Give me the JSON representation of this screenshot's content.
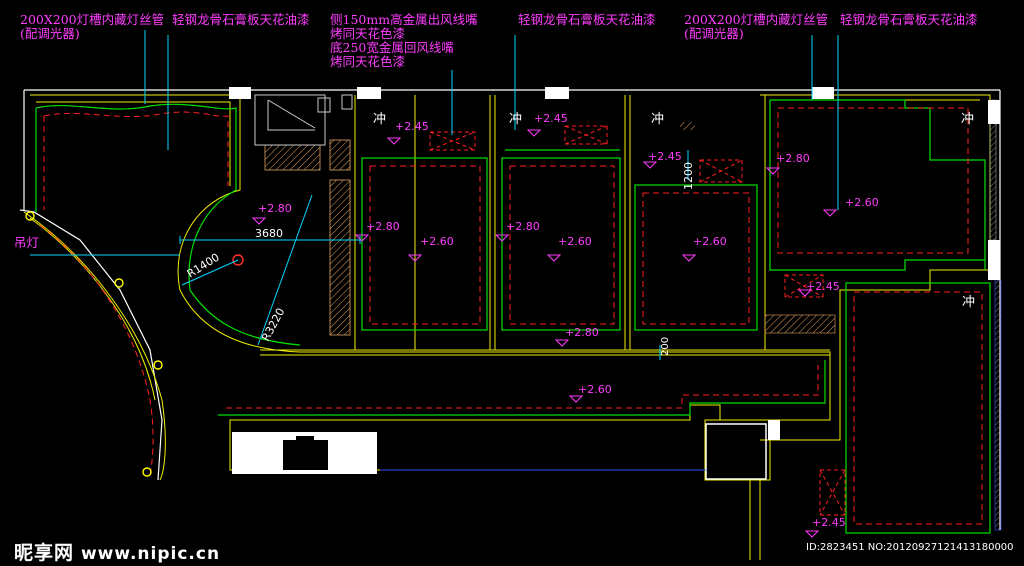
{
  "annotations": {
    "lamp_trough_left": [
      "200X200灯槽内藏灯丝管",
      "(配调光器)"
    ],
    "ceiling_left": "轻钢龙骨石膏板天花油漆",
    "vent_note": [
      "侧150mm高金属出风线嘴",
      "烤同天花色漆",
      "底250宽金属回风线嘴",
      "烤同天花色漆"
    ],
    "ceiling_mid": "轻钢龙骨石膏板天花油漆",
    "lamp_trough_right": [
      "200X200灯槽内藏灯丝管",
      "(配调光器)"
    ],
    "ceiling_right": "轻钢龙骨石膏板天花油漆"
  },
  "labels": {
    "pendant": "吊灯",
    "dim_3680": "3680",
    "radius_1400": "R1400",
    "radius_3220": "R3220",
    "dim_1200": "1200",
    "dim_200": "200",
    "flush_1": "冲",
    "flush_2": "冲",
    "flush_3": "冲",
    "flush_4": "冲",
    "flush_5": "冲"
  },
  "levels": {
    "l_280_left": "+2.80",
    "l_245_a": "+2.45",
    "l_245_b": "+2.45",
    "l_245_c": "+2.45",
    "l_280_r1": "+2.80",
    "l_260_r1": "+2.60",
    "l_280_r2": "+2.80",
    "l_260_r2": "+2.60",
    "l_260_r3": "+2.60",
    "l_280_r4": "+2.80",
    "l_260_r4": "+2.60",
    "l_245_d": "+2.45",
    "l_280_corr": "+2.80",
    "l_260_corr": "+2.60",
    "l_245_e": "+2.45"
  },
  "watermark": {
    "brand": "昵享网",
    "site": "www.nipic.cn",
    "id_line": "ID:2823451 NO:20120927121413180000"
  },
  "colors": {
    "wall": "#ffffff",
    "outline": "#f0f000",
    "inner": "#00e000",
    "dashed": "#ff2020",
    "leader": "#00d8ff",
    "text": "#ff3cff",
    "hatch": "#e0a060"
  }
}
